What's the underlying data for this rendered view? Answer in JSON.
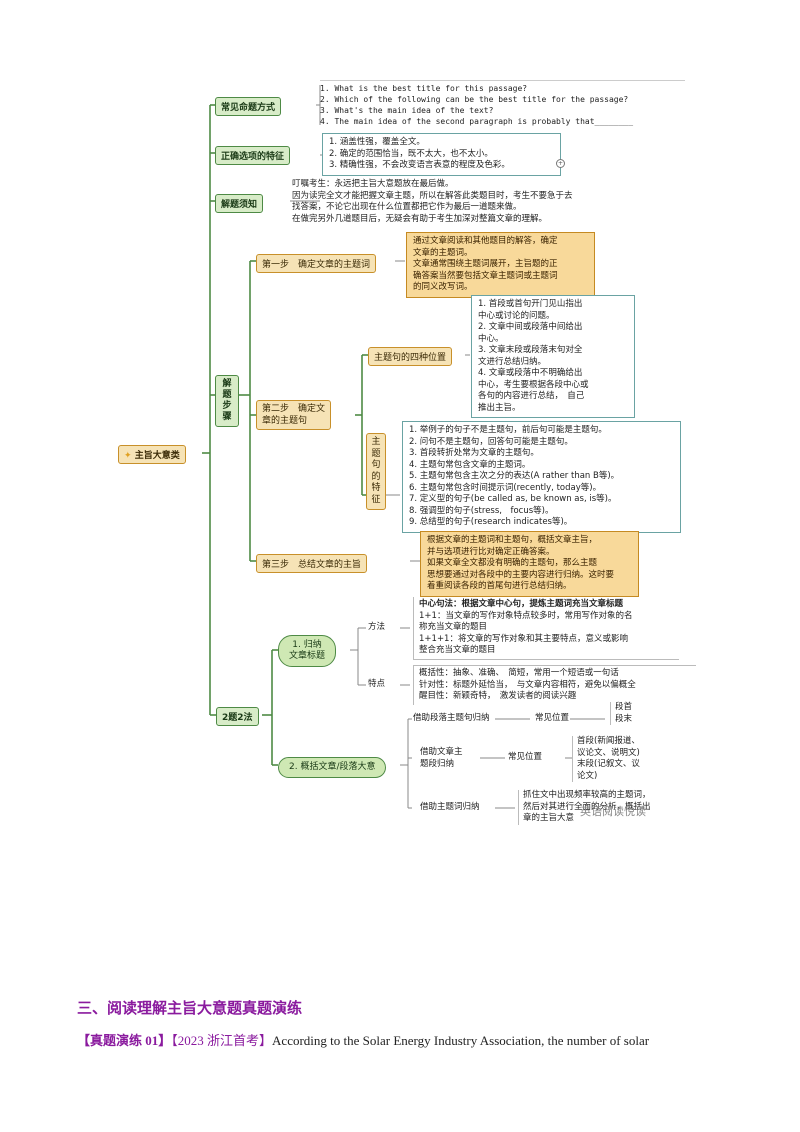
{
  "mindmap": {
    "root": "主旨大意类",
    "branches": {
      "common_forms": {
        "label": "常见命题方式",
        "items": [
          "1. What is the best title for this passage?",
          "2. Which of the following can be the best title for the passage?",
          "3. What's the main idea of the text?",
          "4. The main idea of the second paragraph is probably that________"
        ]
      },
      "correct_features": {
        "label": "正确选项的特征",
        "items": [
          "1. 涵盖性强，覆盖全文。",
          "2. 确定的范围恰当，既不太大，也不太小。",
          "3. 精确性强，不会改变语言表意的程度及色彩。"
        ]
      },
      "notes": {
        "label": "解题须知",
        "items": [
          "叮嘱考生：永远把主旨大意题放在最后做。",
          "因为读完全文才能把握文章主题，所以在解答此类题目时，考生不要急于去",
          "找答案，不论它出现在什么位置都把它作为最后一道题来做。",
          "在做完另外几道题目后，无疑会有助于考生加深对整篇文章的理解。"
        ]
      },
      "steps": {
        "label": "解题步骤",
        "step1": {
          "label": "第一步　确定文章的主题词",
          "lines": [
            "通过文章阅读和其他题目的解答，确定",
            "文章的主题词。",
            "文章通常围绕主题词展开，主旨题的正",
            "确答案当然要包括文章主题词或主题词",
            "的同义改写词。"
          ]
        },
        "step2": {
          "label_line1": "第二步　确定文",
          "label_line2": "章的主题句",
          "positions_label": "主题句的四种位置",
          "positions": [
            "1. 首段或首句开门见山指出",
            "中心或讨论的问题。",
            "2. 文章中间或段落中间给出",
            "中心。",
            "3. 文章末段或段落末句对全",
            "文进行总结归纳。",
            "4. 文章或段落中不明确给出",
            "中心，考生要根据各段中心或",
            "各句的内容进行总结，　自己",
            "推出主旨。"
          ],
          "features_label": "主题句的特征",
          "features": [
            "1. 举例子的句子不是主题句，前后句可能是主题句。",
            "2. 问句不是主题句，回答句可能是主题句。",
            "3. 首段转折处常为文章的主题句。",
            "4. 主题句常包含文章的主题词。",
            "5. 主题句常包含主次之分的表达(A rather than B等)。",
            "6. 主题句常包含时间提示词(recently, today等)。",
            "7. 定义型的句子(be called as, be known as, is等)。",
            "8. 强调型的句子(stress,　focus等)。",
            "9. 总结型的句子(research indicates等)。"
          ]
        },
        "step3": {
          "label": "第三步　总结文章的主旨",
          "lines": [
            "根据文章的主题词和主题句，概括文章主旨，",
            "并与选项进行比对确定正确答案。",
            "如果文章全文都没有明确的主题句，那么主题",
            "思想要通过对各段中的主要内容进行归纳。这时要",
            "着重阅读各段的首尾句进行总结归纳。"
          ]
        }
      },
      "two_methods": {
        "label": "2题2法",
        "m1": {
          "label_line1": "1. 归纳",
          "label_line2": "文章标题",
          "method_label": "方法",
          "method_lines": [
            "中心句法：根据文章中心句，提炼主题词充当文章标题",
            "1+1：当文章的写作对象特点较多时，常用写作对象的名",
            "称充当文章的题目",
            "1+1+1：将文章的写作对象和其主要特点，意义或影响",
            "整合充当文章的题目"
          ],
          "feature_label": "特点",
          "feature_lines": [
            "概括性：抽象、准确、　简短，常用一个短语或一句话",
            "针对性：标题外延恰当，　与文章内容相符，避免以偏概全",
            "醒目性：新颖奇特，　激发读者的阅读兴趣"
          ]
        },
        "m2": {
          "label": "2. 概括文章/段落大意",
          "r1_label": "借助段落主题句归纳",
          "r1_pos": "常见位置",
          "r1_values": [
            "段首",
            "段末"
          ],
          "r2_label_line1": "借助文章主",
          "r2_label_line2": "题段归纳",
          "r2_pos": "常见位置",
          "r2_values": [
            "首段(新闻报道、",
            "议论文、说明文)",
            "末段(记叙文、议",
            "论文)"
          ],
          "r3_label": "借助主题词归纳",
          "r3_values": [
            "抓住文中出现频率较高的主题词，",
            "然后对其进行全面的分析，概括出",
            "章的主旨大意"
          ]
        }
      }
    },
    "watermark": "英语阅读悦读"
  },
  "section": {
    "title": "三、阅读理解主旨大意题真题演练",
    "tag1": "【真题演练 01】",
    "tag2": "【2023 浙江首考】",
    "text": "According to the Solar Energy Industry Association, the number of solar"
  },
  "colors": {
    "green_border": "#4e8a45",
    "green_fill": "#d8ecc8",
    "orange_fill": "#f8d99a",
    "section_purple": "#8a1a9e"
  }
}
